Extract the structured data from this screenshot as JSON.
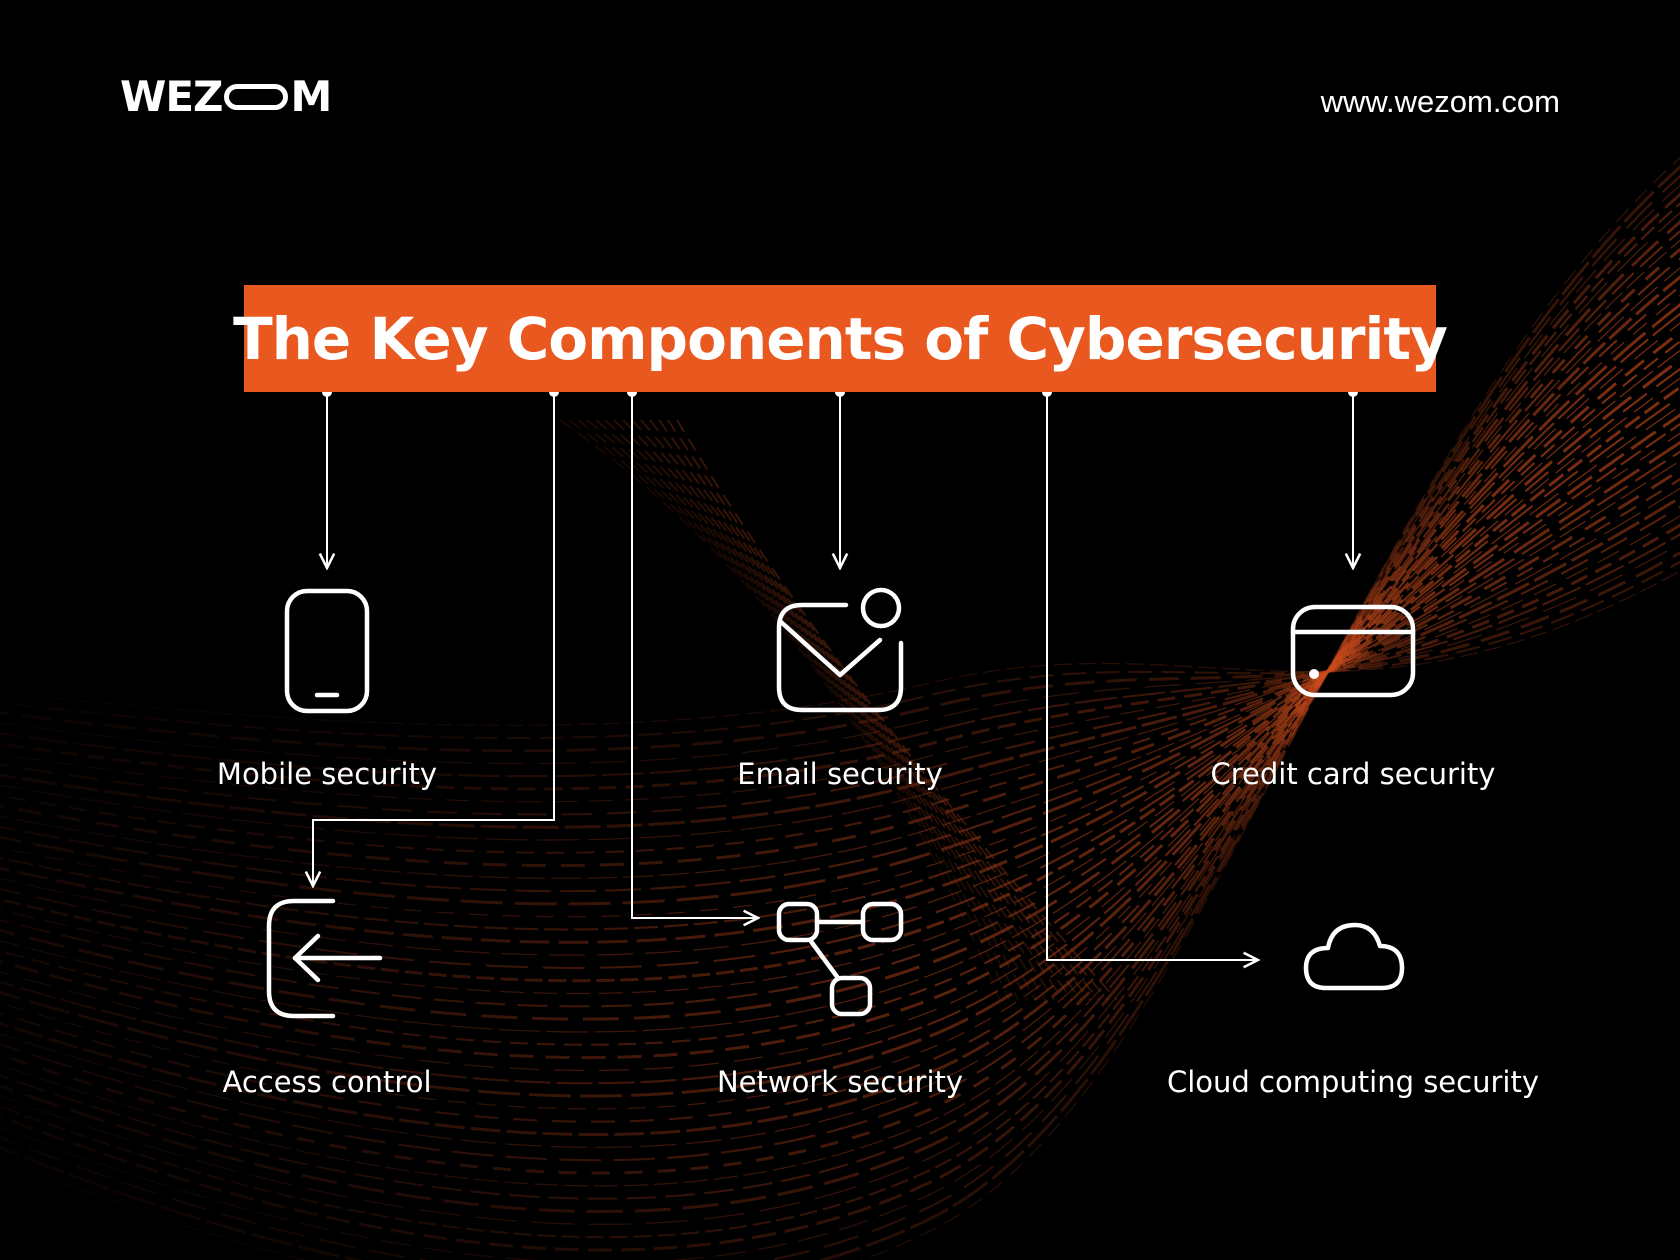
{
  "brand": {
    "logo_text_left": "WEZ",
    "logo_text_right": "M",
    "url": "www.wezom.com"
  },
  "title": "The Key Components of Cybersecurity",
  "colors": {
    "accent": "#e8581f",
    "background": "#000000",
    "foreground": "#ffffff"
  },
  "components": [
    {
      "label": "Mobile security",
      "icon": "smartphone-icon"
    },
    {
      "label": "Email security",
      "icon": "mail-notification-icon"
    },
    {
      "label": "Credit card security",
      "icon": "credit-card-icon"
    },
    {
      "label": "Access control",
      "icon": "login-arrow-icon"
    },
    {
      "label": "Network security",
      "icon": "network-nodes-icon"
    },
    {
      "label": "Cloud computing security",
      "icon": "cloud-icon"
    }
  ]
}
